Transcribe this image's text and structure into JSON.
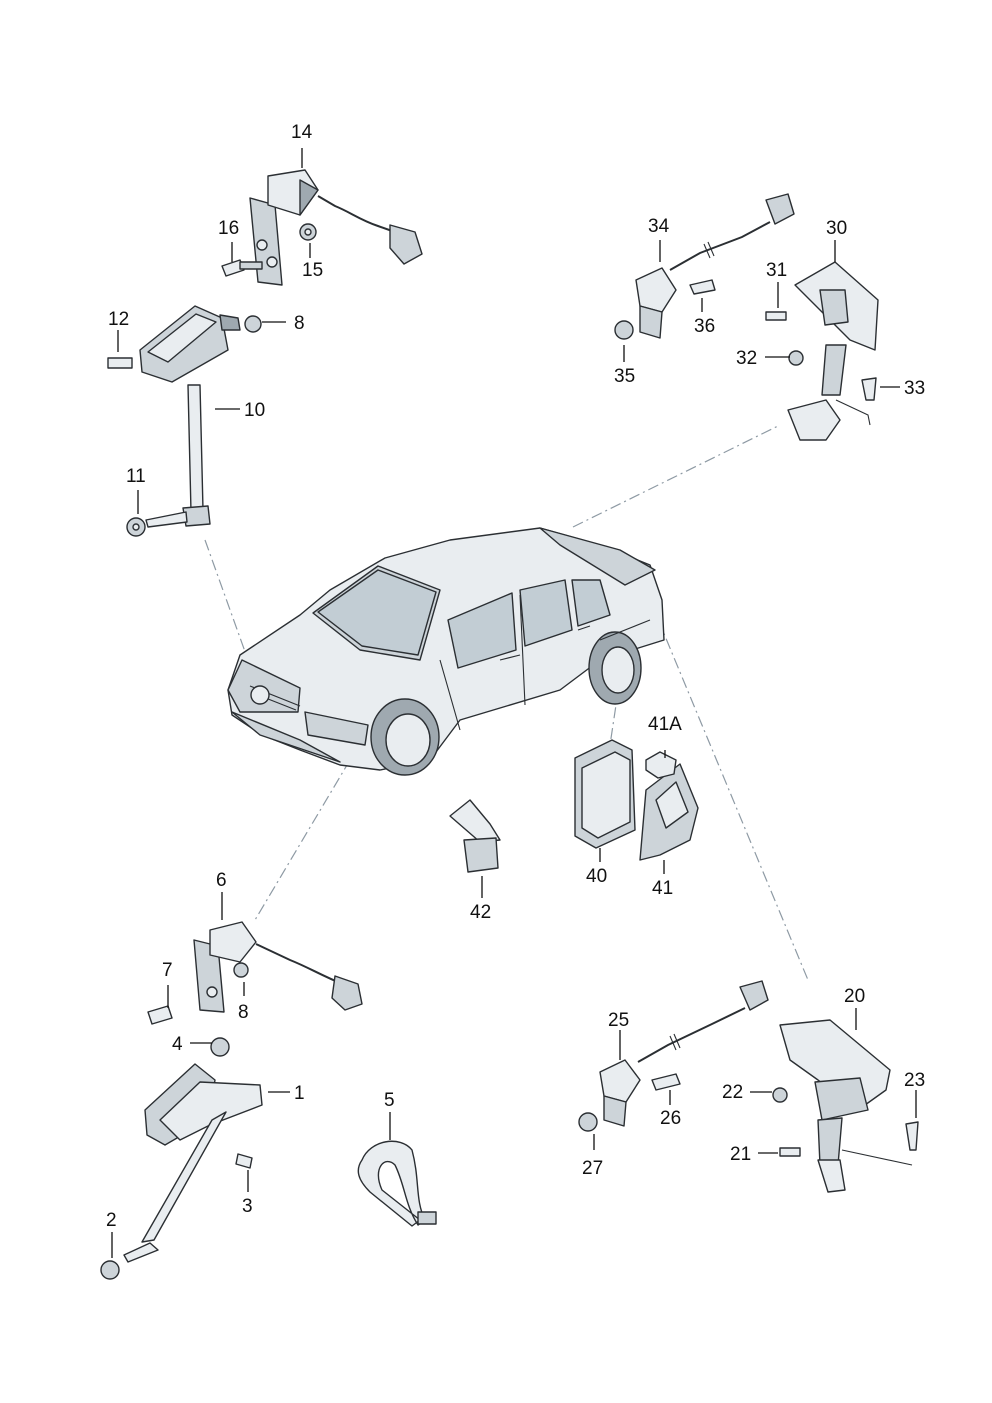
{
  "callouts": [
    {
      "id": "p1",
      "label": "1"
    },
    {
      "id": "p2",
      "label": "2"
    },
    {
      "id": "p3",
      "label": "3"
    },
    {
      "id": "p4",
      "label": "4"
    },
    {
      "id": "p5",
      "label": "5"
    },
    {
      "id": "p6",
      "label": "6"
    },
    {
      "id": "p7",
      "label": "7"
    },
    {
      "id": "p8a",
      "label": "8"
    },
    {
      "id": "p8b",
      "label": "8"
    },
    {
      "id": "p10",
      "label": "10"
    },
    {
      "id": "p11",
      "label": "11"
    },
    {
      "id": "p12",
      "label": "12"
    },
    {
      "id": "p14",
      "label": "14"
    },
    {
      "id": "p15",
      "label": "15"
    },
    {
      "id": "p16",
      "label": "16"
    },
    {
      "id": "p20",
      "label": "20"
    },
    {
      "id": "p21",
      "label": "21"
    },
    {
      "id": "p22",
      "label": "22"
    },
    {
      "id": "p23",
      "label": "23"
    },
    {
      "id": "p25",
      "label": "25"
    },
    {
      "id": "p26",
      "label": "26"
    },
    {
      "id": "p27",
      "label": "27"
    },
    {
      "id": "p30",
      "label": "30"
    },
    {
      "id": "p31",
      "label": "31"
    },
    {
      "id": "p32",
      "label": "32"
    },
    {
      "id": "p33",
      "label": "33"
    },
    {
      "id": "p34",
      "label": "34"
    },
    {
      "id": "p35",
      "label": "35"
    },
    {
      "id": "p36",
      "label": "36"
    },
    {
      "id": "p40",
      "label": "40"
    },
    {
      "id": "p41",
      "label": "41"
    },
    {
      "id": "p41a",
      "label": "41A"
    },
    {
      "id": "p42",
      "label": "42"
    }
  ],
  "colors": {
    "ink": "#111111",
    "part_light": "#e9edf0",
    "part_mid": "#cdd4d9",
    "part_dark": "#9fa9b0",
    "dash_line": "#8e9aa4"
  }
}
